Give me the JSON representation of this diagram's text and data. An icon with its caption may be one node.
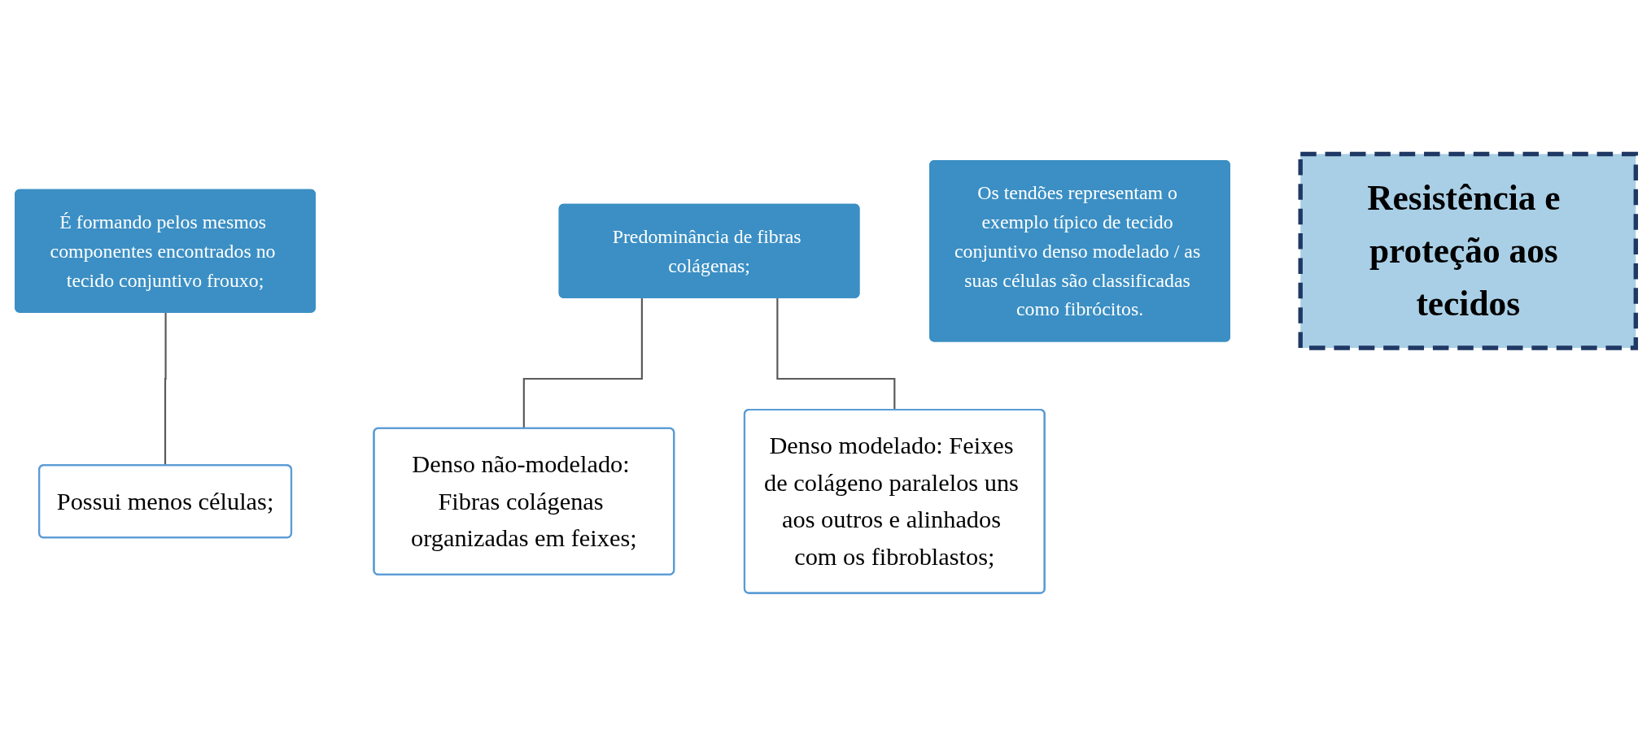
{
  "diagram": {
    "nodes": [
      {
        "text": [
          "É formando pelos mesmos componentes encontrados no tecido conjuntivo frouxo;"
        ]
      },
      {
        "text": [
          "Possui menos células;"
        ]
      },
      {
        "text": [
          "Predominância de fibras colágenas;"
        ]
      },
      {
        "text": [
          "Denso não-modelado: Fibras colágenas organizadas em feixes;"
        ]
      },
      {
        "text": [
          "Denso modelado: Feixes de colágeno paralelos uns aos outros e alinhados com os fibroblastos;"
        ]
      },
      {
        "text": [
          "Os tendões representam o exemplo típico de tecido conjuntivo denso modelado / as suas células são classificadas como fibrócitos."
        ]
      },
      {
        "text": [
          "Resistência e proteção aos tecidos"
        ]
      }
    ],
    "edges": [
      {
        "from": 0,
        "to": 1,
        "arrow": "none"
      },
      {
        "from": 2,
        "to": 3,
        "arrow": "none"
      },
      {
        "from": 2,
        "to": 4,
        "arrow": "none"
      }
    ]
  }
}
